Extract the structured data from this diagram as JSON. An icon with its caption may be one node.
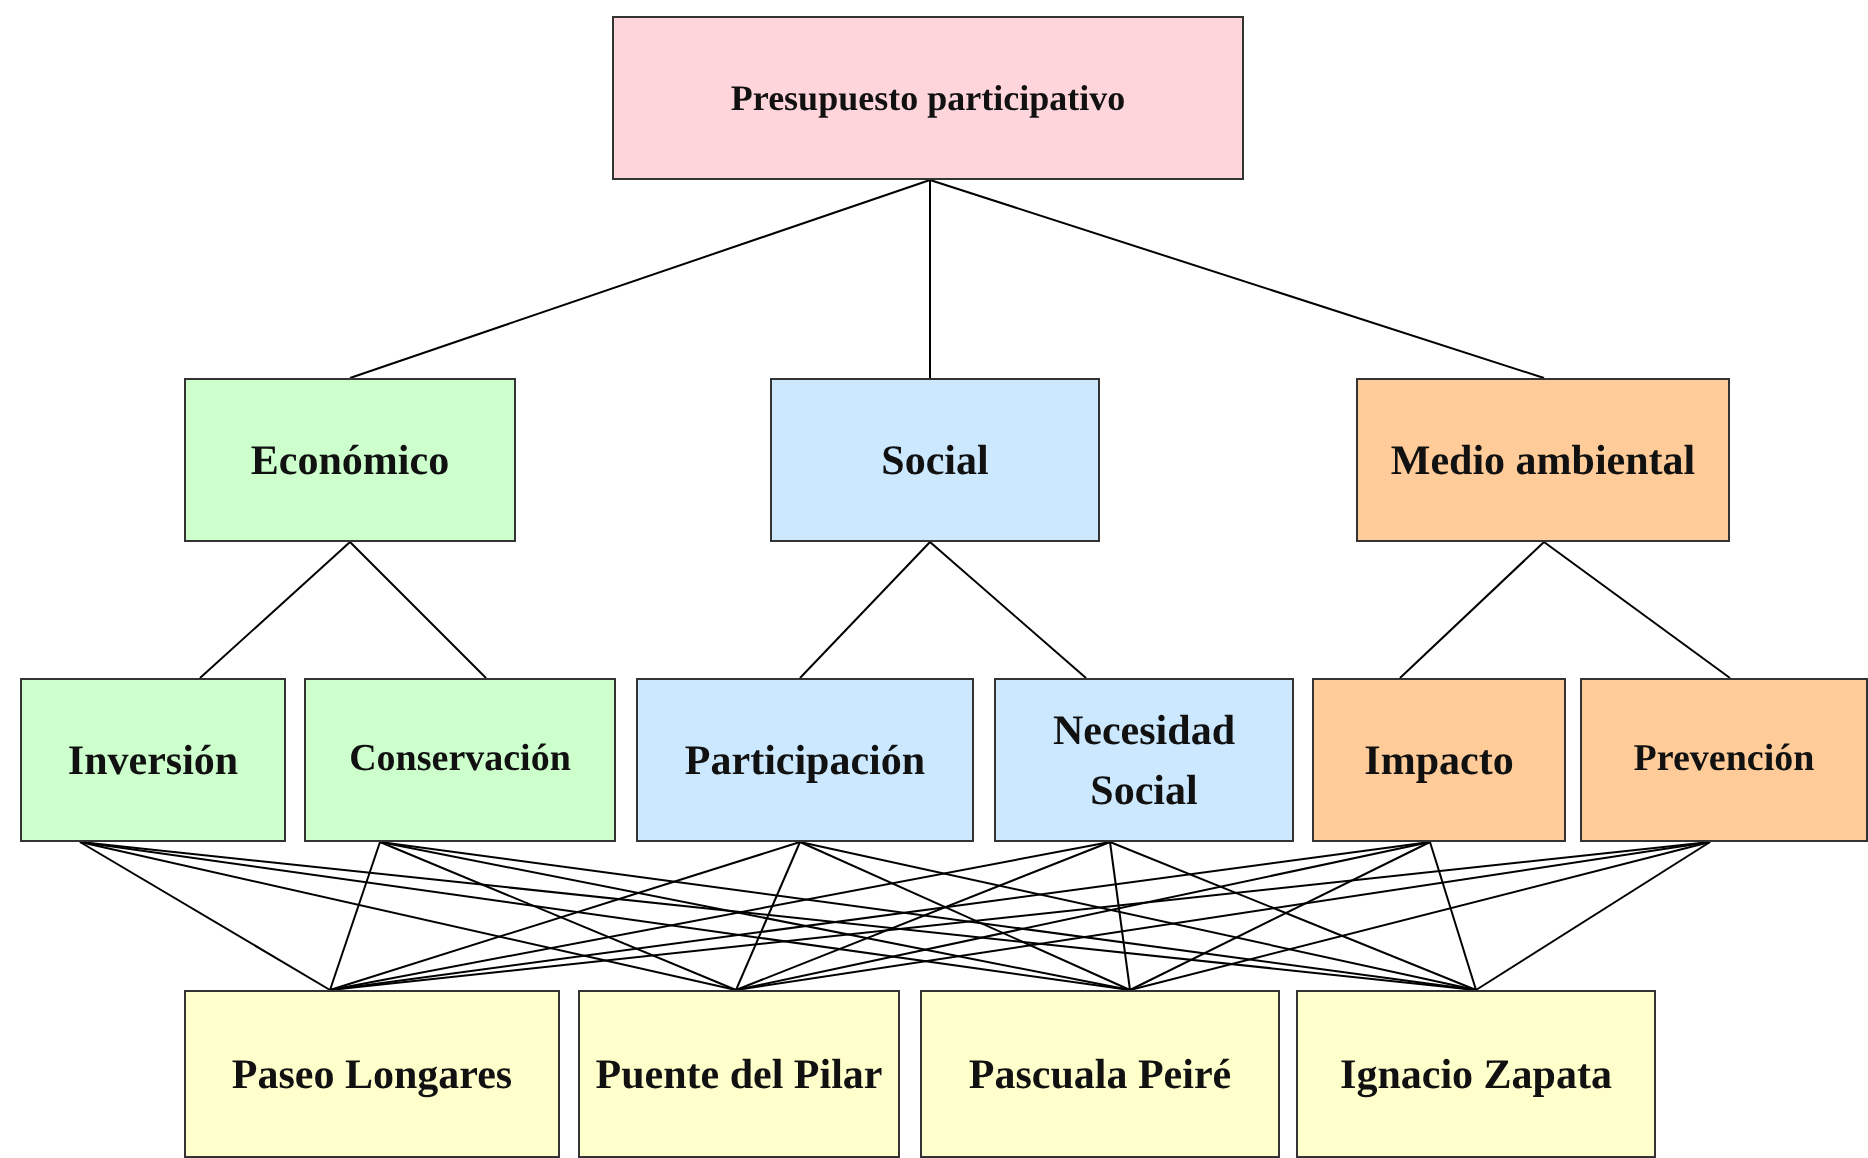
{
  "diagram": {
    "nodes": [
      {
        "text": [
          "Presupuesto participativo"
        ]
      },
      {
        "text": [
          "Económico"
        ]
      },
      {
        "text": [
          "Social"
        ]
      },
      {
        "text": [
          "Medio ambiental"
        ]
      },
      {
        "text": [
          "Inversión"
        ]
      },
      {
        "text": [
          "Conservación"
        ]
      },
      {
        "text": [
          "Participación"
        ]
      },
      {
        "text": [
          "Necesidad Social"
        ]
      },
      {
        "text": [
          "Impacto"
        ]
      },
      {
        "text": [
          "Prevención"
        ]
      },
      {
        "text": [
          "Paseo Longares"
        ]
      },
      {
        "text": [
          "Puente del Pilar"
        ]
      },
      {
        "text": [
          "Pascuala Peiré"
        ]
      },
      {
        "text": [
          "Ignacio Zapata"
        ]
      }
    ],
    "edges": [
      {
        "from": 0,
        "to": 1,
        "arrow": "none"
      },
      {
        "from": 0,
        "to": 2,
        "arrow": "none"
      },
      {
        "from": 0,
        "to": 3,
        "arrow": "none"
      },
      {
        "from": 1,
        "to": 4,
        "arrow": "none"
      },
      {
        "from": 1,
        "to": 5,
        "arrow": "none"
      },
      {
        "from": 2,
        "to": 6,
        "arrow": "none"
      },
      {
        "from": 2,
        "to": 7,
        "arrow": "none"
      },
      {
        "from": 3,
        "to": 8,
        "arrow": "none"
      },
      {
        "from": 3,
        "to": 9,
        "arrow": "none"
      },
      {
        "from": 4,
        "to": 10,
        "arrow": "none"
      },
      {
        "from": 4,
        "to": 11,
        "arrow": "none"
      },
      {
        "from": 4,
        "to": 12,
        "arrow": "none"
      },
      {
        "from": 4,
        "to": 13,
        "arrow": "none"
      },
      {
        "from": 5,
        "to": 10,
        "arrow": "none"
      },
      {
        "from": 5,
        "to": 11,
        "arrow": "none"
      },
      {
        "from": 5,
        "to": 12,
        "arrow": "none"
      },
      {
        "from": 5,
        "to": 13,
        "arrow": "none"
      },
      {
        "from": 6,
        "to": 10,
        "arrow": "none"
      },
      {
        "from": 6,
        "to": 11,
        "arrow": "none"
      },
      {
        "from": 6,
        "to": 12,
        "arrow": "none"
      },
      {
        "from": 6,
        "to": 13,
        "arrow": "none"
      },
      {
        "from": 7,
        "to": 10,
        "arrow": "none"
      },
      {
        "from": 7,
        "to": 11,
        "arrow": "none"
      },
      {
        "from": 7,
        "to": 12,
        "arrow": "none"
      },
      {
        "from": 7,
        "to": 13,
        "arrow": "none"
      },
      {
        "from": 8,
        "to": 10,
        "arrow": "none"
      },
      {
        "from": 8,
        "to": 11,
        "arrow": "none"
      },
      {
        "from": 8,
        "to": 12,
        "arrow": "none"
      },
      {
        "from": 8,
        "to": 13,
        "arrow": "none"
      },
      {
        "from": 9,
        "to": 10,
        "arrow": "none"
      },
      {
        "from": 9,
        "to": 11,
        "arrow": "none"
      },
      {
        "from": 9,
        "to": 12,
        "arrow": "none"
      },
      {
        "from": 9,
        "to": 13,
        "arrow": "none"
      }
    ]
  }
}
